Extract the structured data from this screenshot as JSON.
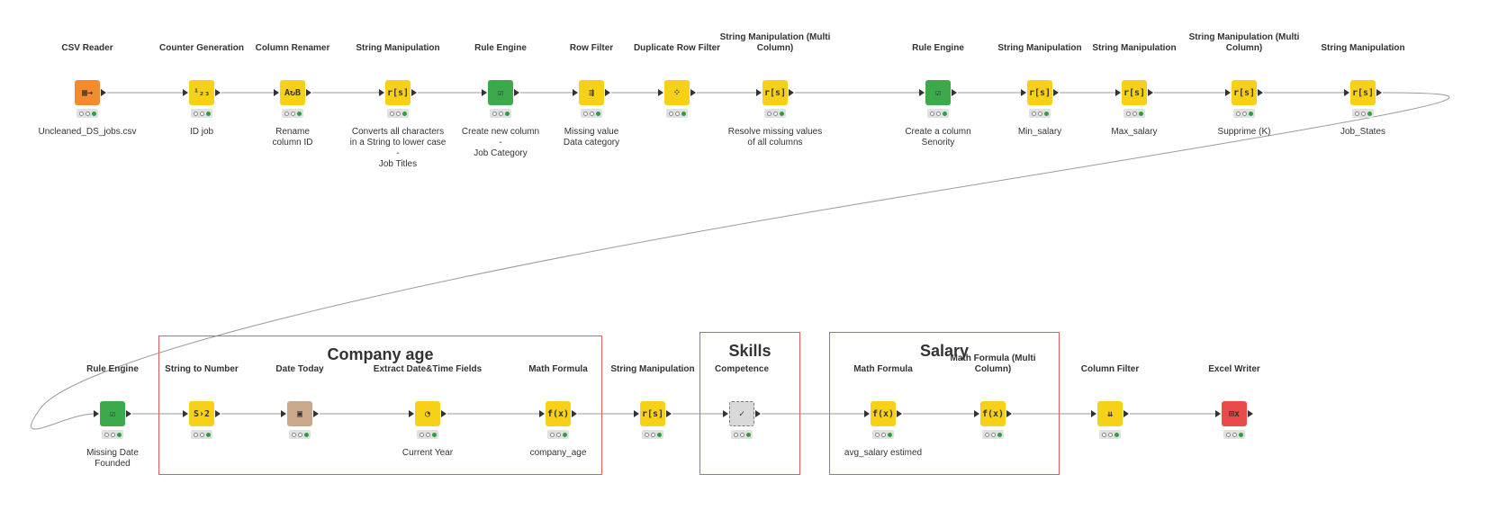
{
  "workflow": {
    "annotations": [
      {
        "id": "company-age",
        "title": "Company age"
      },
      {
        "id": "skills",
        "title": "Skills"
      },
      {
        "id": "salary",
        "title": "Salary"
      }
    ],
    "nodes": [
      {
        "id": "csv-reader",
        "title": "CSV Reader",
        "label": "Uncleaned_DS_jobs.csv",
        "color": "#f58b2c",
        "icon": "▦→"
      },
      {
        "id": "counter-generation",
        "title": "Counter Generation",
        "label": "ID job",
        "color": "#f7d117",
        "icon": "¹₂₃"
      },
      {
        "id": "column-renamer",
        "title": "Column Renamer",
        "label": "Rename\ncolumn ID",
        "color": "#f7d117",
        "icon": "A↻B"
      },
      {
        "id": "string-manipulation-1",
        "title": "String Manipulation",
        "label": "Converts all characters\nin a String to lower case\n-\nJob Titles",
        "color": "#f7d117",
        "icon": "r[s]"
      },
      {
        "id": "rule-engine-1",
        "title": "Rule Engine",
        "label": "Create new column\n-\nJob Category",
        "color": "#3ca94b",
        "icon": "☑"
      },
      {
        "id": "row-filter",
        "title": "Row Filter",
        "label": "Missing value\nData category",
        "color": "#f7d117",
        "icon": "⇶"
      },
      {
        "id": "duplicate-row-filter",
        "title": "Duplicate Row Filter",
        "label": "",
        "color": "#f7d117",
        "icon": "⁘"
      },
      {
        "id": "string-manipulation-multi-1",
        "title": "String Manipulation (Multi\nColumn)",
        "label": "Resolve missing values\nof all columns",
        "color": "#f7d117",
        "icon": "r[s]"
      },
      {
        "id": "rule-engine-2",
        "title": "Rule Engine",
        "label": "Create a column\nSenority",
        "color": "#3ca94b",
        "icon": "☑"
      },
      {
        "id": "string-manipulation-2",
        "title": "String Manipulation",
        "label": "Min_salary",
        "color": "#f7d117",
        "icon": "r[s]"
      },
      {
        "id": "string-manipulation-3",
        "title": "String Manipulation",
        "label": "Max_salary",
        "color": "#f7d117",
        "icon": "r[s]"
      },
      {
        "id": "string-manipulation-multi-2",
        "title": "String Manipulation (Multi\nColumn)",
        "label": "Supprime (K)",
        "color": "#f7d117",
        "icon": "r[s]"
      },
      {
        "id": "string-manipulation-4",
        "title": "String Manipulation",
        "label": "Job_States",
        "color": "#f7d117",
        "icon": "r[s]"
      },
      {
        "id": "rule-engine-3",
        "title": "Rule Engine",
        "label": "Missing Date\nFounded",
        "color": "#3ca94b",
        "icon": "☑"
      },
      {
        "id": "string-to-number",
        "title": "String to Number",
        "label": "",
        "color": "#f7d117",
        "icon": "S›2"
      },
      {
        "id": "date-today",
        "title": "Date Today",
        "label": "",
        "color": "#c9a98a",
        "icon": "▣"
      },
      {
        "id": "extract-date-time",
        "title": "Extract Date&Time Fields",
        "label": "Current Year",
        "color": "#f7d117",
        "icon": "◔"
      },
      {
        "id": "math-formula-1",
        "title": "Math Formula",
        "label": "company_age",
        "color": "#f7d117",
        "icon": "f(x)"
      },
      {
        "id": "string-manipulation-5",
        "title": "String Manipulation",
        "label": "",
        "color": "#f7d117",
        "icon": "r[s]"
      },
      {
        "id": "competence",
        "title": "Competence",
        "label": "",
        "color": "#d9d9d9",
        "icon": "✓",
        "meta": true
      },
      {
        "id": "math-formula-2",
        "title": "Math Formula",
        "label": "avg_salary estimed",
        "color": "#f7d117",
        "icon": "f(x)"
      },
      {
        "id": "math-formula-multi",
        "title": "Math Formula (Multi Column)",
        "label": "",
        "color": "#f7d117",
        "icon": "f(x)"
      },
      {
        "id": "column-filter",
        "title": "Column Filter",
        "label": "",
        "color": "#f7d117",
        "icon": "⇊"
      },
      {
        "id": "excel-writer",
        "title": "Excel Writer",
        "label": "",
        "color": "#e94b4b",
        "icon": "⊞x"
      }
    ]
  }
}
